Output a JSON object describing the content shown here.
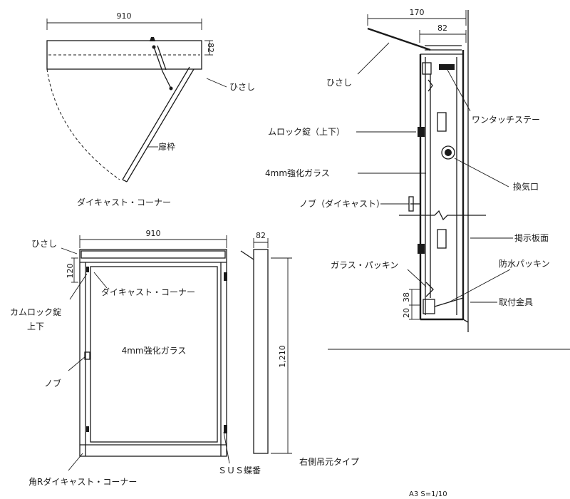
{
  "top_view": {
    "dim_width": "910",
    "dim_depth": "82",
    "label_hisashi": "ひさし",
    "label_frame": "扉枠",
    "label_corner": "ダイキャスト・コーナー"
  },
  "section_view": {
    "dim_overall": "170",
    "dim_depth": "82",
    "label_hisashi": "ひさし",
    "label_stay": "ワンタッチステー",
    "label_lock": "ムロック錠（上下）",
    "label_glass": "4mm強化ガラス",
    "label_vent": "換気口",
    "label_knob": "ノブ（ダイキャスト）",
    "label_board": "掲示板面",
    "label_gasket_glass": "ガラス・パッキン",
    "label_gasket_water": "防水パッキン",
    "label_bracket": "取付金具",
    "dim_38": "38",
    "dim_20": "20"
  },
  "front_view": {
    "dim_width": "910",
    "dim_120": "120",
    "label_hisashi": "ひさし",
    "label_corner": "ダイキャスト・コーナー",
    "label_camlock": "カムロック錠",
    "label_camlock_sub": "上下",
    "label_glass": "4mm強化ガラス",
    "label_knob": "ノブ",
    "label_corner_r": "角Rダイキャスト・コーナー"
  },
  "side_view": {
    "dim_depth": "82",
    "dim_height": "1,210",
    "label_hinge": "ＳＵＳ蝶番",
    "label_type": "右側吊元タイプ"
  },
  "sheet": {
    "size_scale": "A3  S=1/10"
  }
}
